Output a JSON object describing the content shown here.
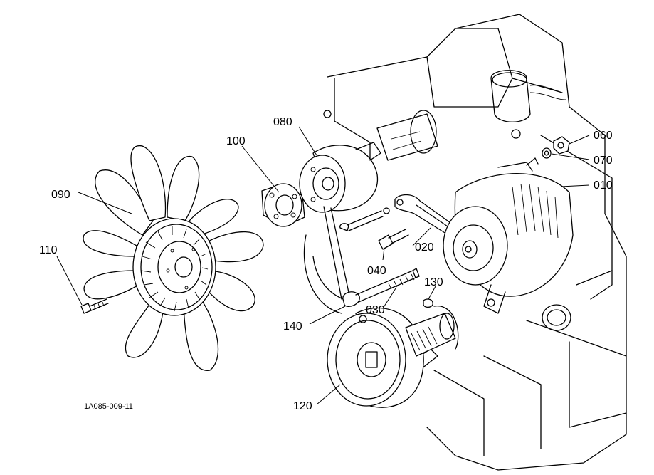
{
  "figure_code": "1A085-009-11",
  "callouts": {
    "c010": "010",
    "c020": "020",
    "c030": "030",
    "c040": "040",
    "c060": "060",
    "c070": "070",
    "c080": "080",
    "c090": "090",
    "c100": "100",
    "c110": "110",
    "c120": "120",
    "c130": "130",
    "c140": "140"
  },
  "colors": {
    "line": "#000000",
    "background": "#ffffff"
  }
}
